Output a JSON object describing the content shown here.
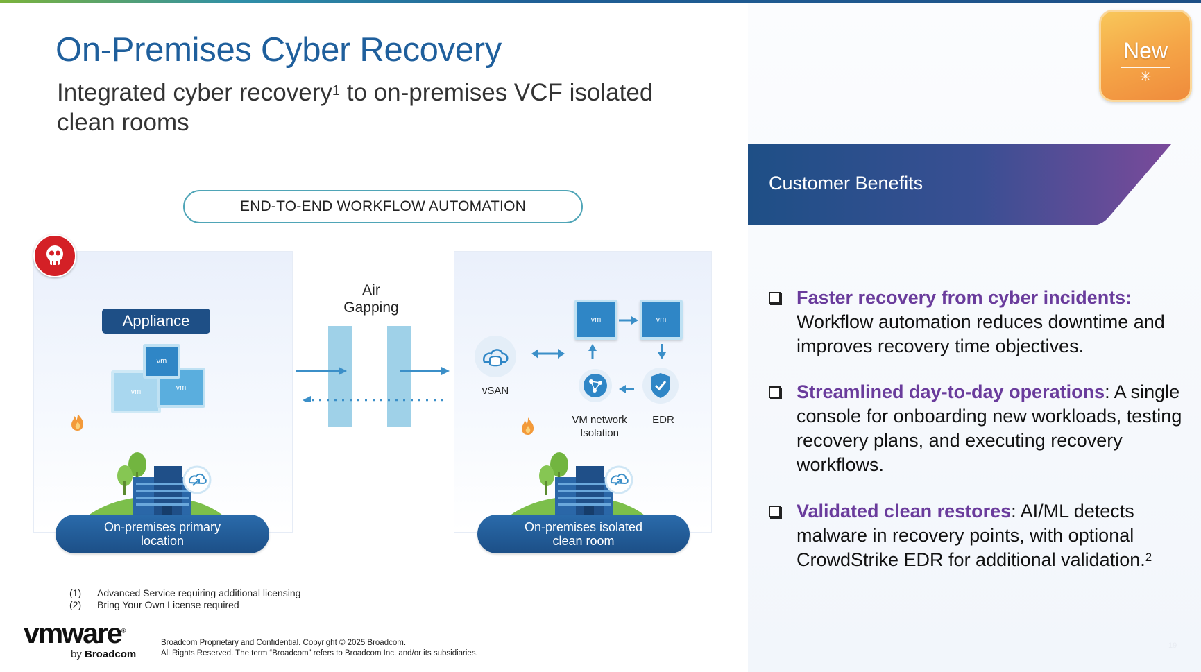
{
  "header": {
    "title": "On-Premises Cyber Recovery",
    "subtitle_part1": "Integrated cyber recovery",
    "subtitle_sup": "1",
    "subtitle_part2": " to on-premises VCF isolated clean rooms"
  },
  "workflow": {
    "label": "END-TO-END WORKFLOW AUTOMATION"
  },
  "diagram": {
    "appliance_label": "Appliance",
    "vm_label": "vm",
    "air_gapping_line1": "Air",
    "air_gapping_line2": "Gapping",
    "vsan_label": "vSAN",
    "vm_network_line1": "VM network",
    "vm_network_line2": "Isolation",
    "edr_label": "EDR",
    "primary_line1": "On-premises primary",
    "primary_line2": "location",
    "cleanroom_line1": "On-premises isolated",
    "cleanroom_line2": "clean room"
  },
  "footnotes": [
    {
      "num": "(1)",
      "text": "Advanced Service requiring additional licensing"
    },
    {
      "num": "(2)",
      "text": "Bring Your Own License required"
    }
  ],
  "footer": {
    "logo": "vmware",
    "logo_reg": "®",
    "by": "by",
    "brand": "Broadcom",
    "copyright_line1": "Broadcom Proprietary and Confidential. Copyright © 2025 Broadcom.",
    "copyright_line2": "All Rights Reserved. The term “Broadcom” refers to Broadcom Inc. and/or its subsidiaries.",
    "page_number": "19"
  },
  "badge": {
    "text": "New"
  },
  "benefits": {
    "title": "Customer Benefits",
    "items": [
      {
        "highlight": "Faster recovery from cyber incidents:",
        "text": " Workflow automation reduces downtime and improves recovery time objectives.",
        "sup": ""
      },
      {
        "highlight": "Streamlined day-to-day operations",
        "text": ": A single console for onboarding new workloads, testing recovery plans, and executing recovery workflows.",
        "sup": ""
      },
      {
        "highlight": "Validated clean restores",
        "text": ": AI/ML detects malware in recovery points, with optional CrowdStrike EDR for additional validation.",
        "sup": "2"
      }
    ]
  },
  "colors": {
    "title_blue": "#1f5f9c",
    "navy": "#1e4f86",
    "highlight_purple": "#6a3c9c",
    "badge_orange": "#f5a547",
    "skull_red": "#d42026"
  }
}
